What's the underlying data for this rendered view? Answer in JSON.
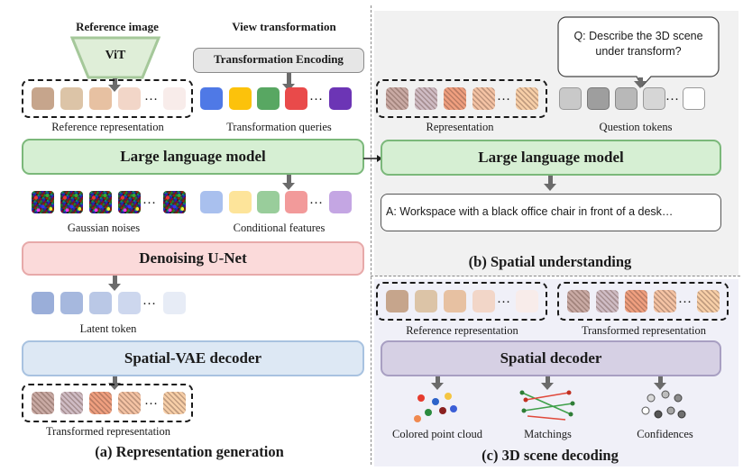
{
  "panel_a": {
    "reference_image": "Reference image",
    "vit": "ViT",
    "view_transformation": "View transformation",
    "transformation_encoding": "Transformation Encoding",
    "reference_representation": "Reference representation",
    "transformation_queries": "Transformation queries",
    "llm": "Large language model",
    "gaussian_noises": "Gaussian noises",
    "conditional_features": "Conditional features",
    "unet": "Denoising U-Net",
    "latent_token": "Latent token",
    "vae_decoder": "Spatial-VAE decoder",
    "transformed_representation": "Transformed representation",
    "caption": "(a) Representation generation"
  },
  "panel_b": {
    "question": "Q: Describe the 3D scene under transform?",
    "representation": "Representation",
    "question_tokens": "Question tokens",
    "llm": "Large language model",
    "answer": "A: Workspace with a black office chair in front of a desk…",
    "caption": "(b) Spatial understanding"
  },
  "panel_c": {
    "reference_representation": "Reference representation",
    "transformed_representation": "Transformed representation",
    "decoder": "Spatial decoder",
    "colored_point_cloud": "Colored point cloud",
    "matchings": "Matchings",
    "confidences": "Confidences",
    "caption": "(c) 3D scene decoding"
  },
  "ellipsis": "…",
  "colors": {
    "reference_tokens": [
      "#c6a58c",
      "#dcc4a7",
      "#e7c1a2",
      "#f2d6c8",
      "#f8ecea"
    ],
    "transformed_tokens": [
      "#c9aaa4",
      "#cfbcc4",
      "#ef9f7f",
      "#f4c3a4",
      "#f7cfa8"
    ],
    "query_tokens": [
      "#4f79e6",
      "#fcc20b",
      "#58a762",
      "#e94a4a",
      "#6c35b5"
    ],
    "conditional_tokens": [
      "#a9c0ee",
      "#fde49a",
      "#99cd9b",
      "#f29a9a",
      "#c4a6e3"
    ],
    "latent_tokens": [
      "#9aaed9",
      "#a6b8de",
      "#bac8e6",
      "#cdd7ee",
      "#e7ecf6"
    ],
    "question_tokens": [
      "#c9c9c9",
      "#9e9e9e",
      "#b8b8b8",
      "#d6d6d6",
      "#ffffff"
    ],
    "llm_fill": "#d6efd3",
    "llm_border": "#7bb87a",
    "unet_fill": "#fbdada",
    "unet_border": "#e7a9a9",
    "vae_fill": "#dde8f4",
    "vae_border": "#a8c2e0",
    "decoder_fill": "#d6d0e4",
    "decoder_border": "#a89fc2",
    "panel_b_bg": "#f1f1f1",
    "panel_c_bg": "#f0f0f8"
  }
}
